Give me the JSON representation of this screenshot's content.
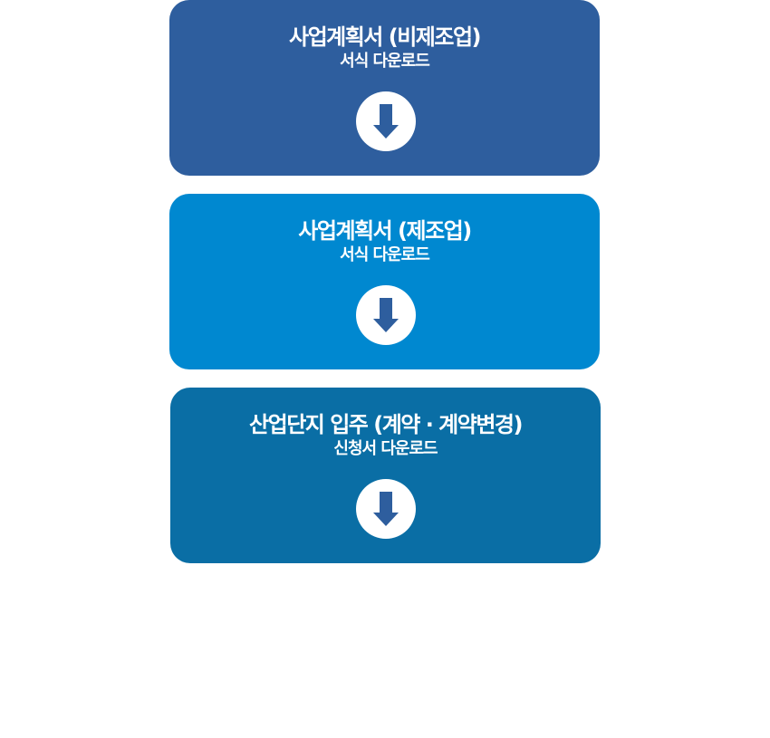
{
  "cards": [
    {
      "title": "사업계획서 (비제조업)",
      "subtitle": "서식 다운로드",
      "color": "#2e5e9e",
      "icon": "arrow-down-icon"
    },
    {
      "title": "사업계획서 (제조업)",
      "subtitle": "서식 다운로드",
      "color": "#0088d0",
      "icon": "arrow-down-icon"
    },
    {
      "title": "산업단지 입주 (계약 · 계약변경)",
      "subtitle": "신청서 다운로드",
      "color": "#0a6ea5",
      "icon": "arrow-down-icon"
    }
  ],
  "icon_color": "#2e5e9e"
}
